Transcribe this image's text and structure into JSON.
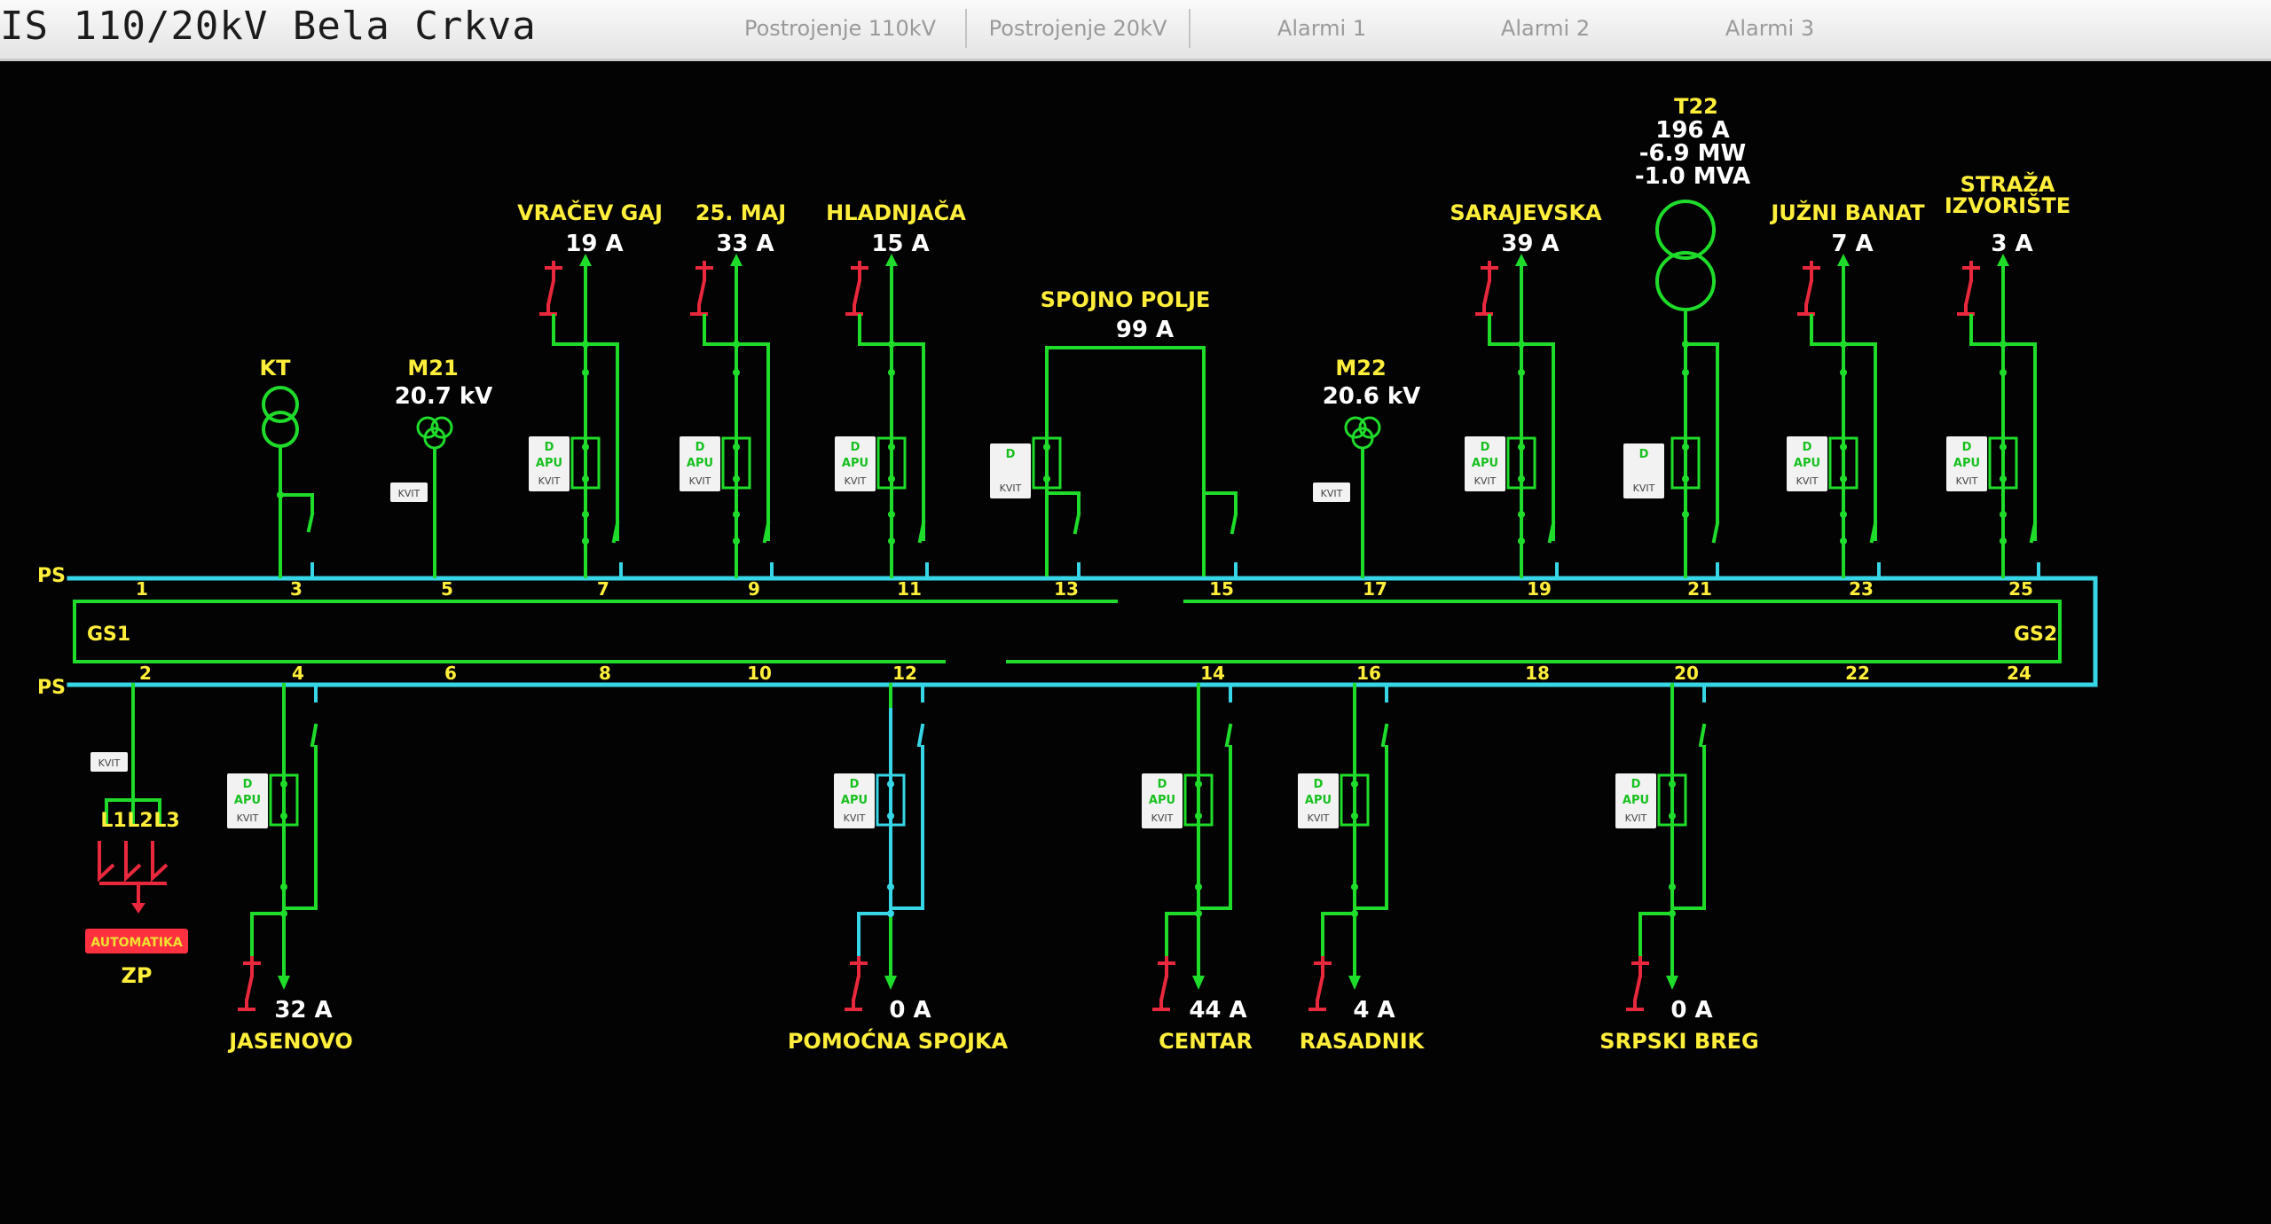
{
  "window": {
    "title": "IS 110/20kV Bela Crkva",
    "tabs": [
      {
        "label": "Postrojenje 110kV"
      },
      {
        "label": "Postrojenje 20kV"
      },
      {
        "label": "Alarmi 1"
      },
      {
        "label": "Alarmi 2"
      },
      {
        "label": "Alarmi 3"
      }
    ]
  },
  "busbars": {
    "system1": "PS",
    "system2": "PS",
    "section1": "GS1",
    "section2": "GS2"
  },
  "top_feeders": [
    {
      "name": "VRAČEV GAJ",
      "value": "19 A",
      "num": "7"
    },
    {
      "name": "25. MAJ",
      "value": "33 A",
      "num": "9"
    },
    {
      "name": "HLADNJAČA",
      "value": "15 A",
      "num": "11"
    },
    {
      "name": "SARAJEVSKA",
      "value": "39 A",
      "num": "19"
    },
    {
      "name": "JUŽNI BANAT",
      "value": "7 A",
      "num": "23"
    },
    {
      "name": "STRAŽA IZVORIŠTE",
      "name_line1": "STRAŽA",
      "name_line2": "IZVORIŠTE",
      "value": "3 A",
      "num": "25"
    }
  ],
  "transformer_kt": {
    "name": "KT",
    "num": "3"
  },
  "measure_m21": {
    "name": "M21",
    "value": "20.7 kV",
    "num": "5"
  },
  "measure_m22": {
    "name": "M22",
    "value": "20.6 kV",
    "num": "17"
  },
  "coupling": {
    "name": "SPOJNO POLJE",
    "value": "99 A",
    "num_left": "13",
    "num_right": "15"
  },
  "transformer_t22": {
    "name": "T22",
    "current": "196 A",
    "active_power": "-6.9 MW",
    "reactive_power": "-1.0 MVA",
    "num": "21"
  },
  "bottom_feeders": [
    {
      "name": "JASENOVO",
      "value": "32 A",
      "num": "4"
    },
    {
      "name": "POMOĆNA SPOJKA",
      "value": "0 A",
      "num": "12"
    },
    {
      "name": "CENTAR",
      "value": "44 A",
      "num": "14"
    },
    {
      "name": "RASADNIK",
      "value": "4 A",
      "num": "16"
    },
    {
      "name": "SRPSKI BREG",
      "value": "0 A",
      "num": "20"
    }
  ],
  "protection_zp": {
    "phases": [
      "L1",
      "L2",
      "L3"
    ],
    "alarm_label": "AUTOMATIKA",
    "name": "ZP",
    "num": "2"
  },
  "spare_numbers_top": [
    "1"
  ],
  "spare_numbers_bottom": [
    "6",
    "8",
    "10",
    "18",
    "22",
    "24"
  ],
  "box_labels": {
    "d": "D",
    "apu": "APU",
    "kvit": "KVIT"
  },
  "colors": {
    "background": "#030303",
    "energized": "#1fdc2a",
    "busbar": "#37d6e6",
    "label": "#ffef3a",
    "value": "#ffffff",
    "ground": "#e8283c",
    "alarm_box": "#ff3040"
  }
}
